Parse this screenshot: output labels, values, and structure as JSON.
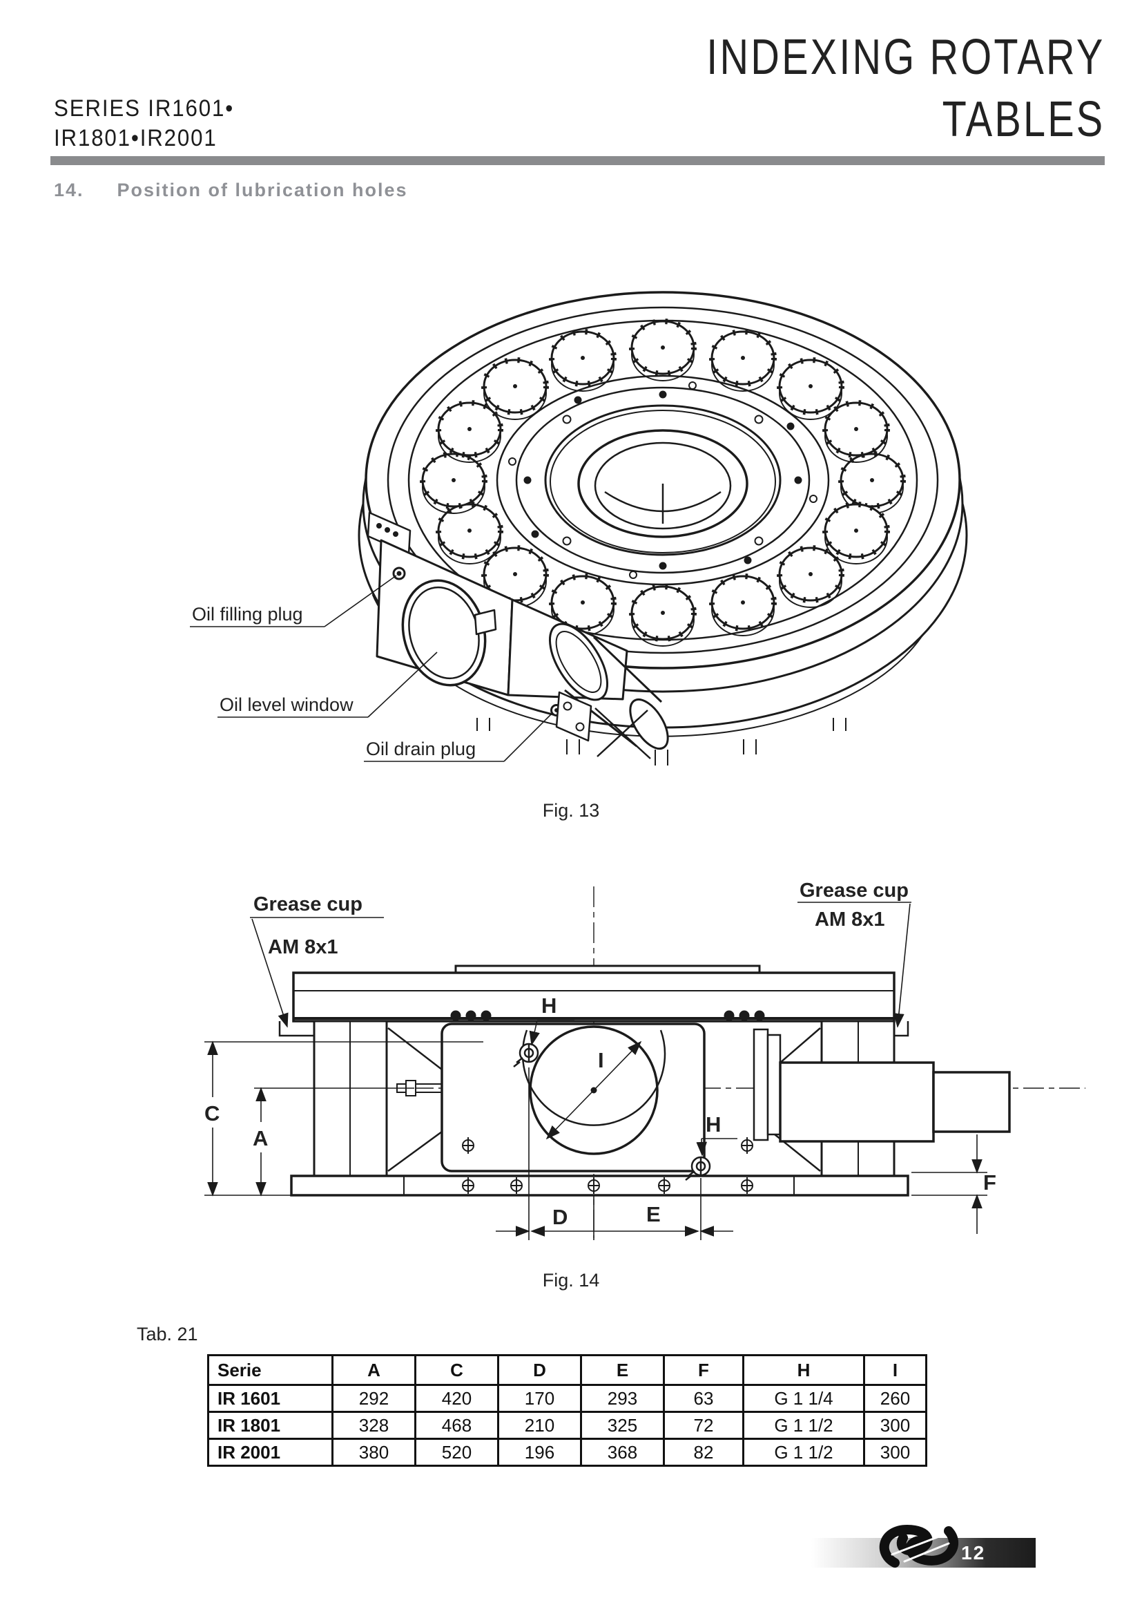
{
  "header": {
    "series_line1": "SERIES IR1601•",
    "series_line2": "IR1801•IR2001",
    "title_line1": "INDEXING ROTARY",
    "title_line2": "TABLES"
  },
  "section": {
    "number": "14.",
    "title": "Position of lubrication holes"
  },
  "fig13": {
    "caption": "Fig. 13",
    "labels": {
      "filling": "Oil filling plug",
      "level": "Oil level window",
      "drain": "Oil drain plug"
    }
  },
  "fig14": {
    "caption": "Fig. 14",
    "grease_left": {
      "line1": "Grease cup",
      "line2": "AM 8x1"
    },
    "grease_right": {
      "line1": "Grease cup",
      "line2": "AM 8x1"
    },
    "dims": {
      "a": "A",
      "c": "C",
      "d": "D",
      "e": "E",
      "f": "F",
      "h_top": "H",
      "h_bottom": "H",
      "i": "I"
    }
  },
  "table": {
    "label": "Tab. 21",
    "headers": [
      "Serie",
      "A",
      "C",
      "D",
      "E",
      "F",
      "H",
      "I"
    ],
    "rows": [
      [
        "IR 1601",
        "292",
        "420",
        "170",
        "293",
        "63",
        "G 1 1/4",
        "260"
      ],
      [
        "IR 1801",
        "328",
        "468",
        "210",
        "325",
        "72",
        "G 1 1/2",
        "300"
      ],
      [
        "IR 2001",
        "380",
        "520",
        "196",
        "368",
        "82",
        "G 1 1/2",
        "300"
      ]
    ]
  },
  "footer": {
    "page_number": "12"
  },
  "colors": {
    "ink": "#1b1b1b",
    "header_gray": "#8a8b8d",
    "section_gray": "#8f9196"
  }
}
